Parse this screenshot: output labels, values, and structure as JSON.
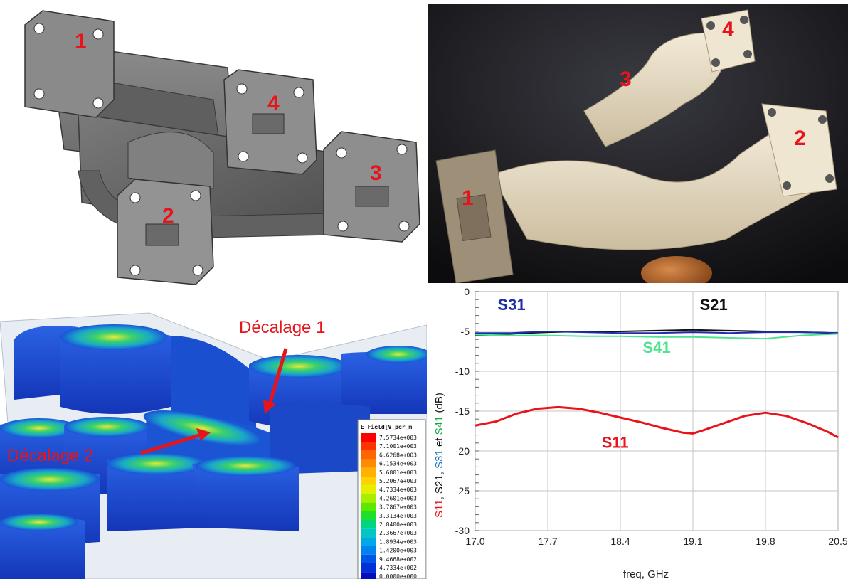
{
  "cad_model": {
    "port_labels": [
      "1",
      "4",
      "2",
      "3"
    ]
  },
  "photo": {
    "port_labels": [
      "1",
      "2",
      "3",
      "4"
    ]
  },
  "field_plot": {
    "annotations": [
      "Décalage 1",
      "Décalage 2"
    ],
    "legend": {
      "title": "E Field[V_per_m",
      "values": [
        "7.5734e+003",
        "7.1001e+003",
        "6.6268e+003",
        "6.1534e+003",
        "5.6801e+003",
        "5.2067e+003",
        "4.7334e+003",
        "4.2601e+003",
        "3.7867e+003",
        "3.3134e+003",
        "2.8400e+003",
        "2.3667e+003",
        "1.8934e+003",
        "1.4200e+003",
        "9.4668e+002",
        "4.7334e+002",
        "0.0000e+000"
      ],
      "colors": [
        "#ff0000",
        "#ff3300",
        "#ff6600",
        "#ff8c00",
        "#ffb300",
        "#ffd200",
        "#e6ee00",
        "#a8ee00",
        "#5ee800",
        "#1ee02a",
        "#00d680",
        "#00c8c0",
        "#00a8e8",
        "#0082f0",
        "#0055e6",
        "#0030d8",
        "#0010c0"
      ]
    }
  },
  "chart_data": {
    "type": "line",
    "xlabel": "freq, GHz",
    "ylabel_parts": [
      {
        "text": "S11",
        "color": "#e8141b"
      },
      {
        "text": ", ",
        "color": "#111111"
      },
      {
        "text": "S21",
        "color": "#111111"
      },
      {
        "text": ", ",
        "color": "#111111"
      },
      {
        "text": "S31",
        "color": "#1f77c4"
      },
      {
        "text": " et ",
        "color": "#111111"
      },
      {
        "text": "S41",
        "color": "#1aa54a"
      },
      {
        "text": " (dB)",
        "color": "#111111"
      }
    ],
    "xlim": [
      17.0,
      20.5
    ],
    "ylim": [
      -30,
      0
    ],
    "x_ticks": [
      "17.0",
      "17.7",
      "18.4",
      "19.1",
      "19.8",
      "20.5"
    ],
    "y_ticks": [
      "0",
      "-5",
      "-10",
      "-15",
      "-20",
      "-25",
      "-30"
    ],
    "grid": true,
    "series": [
      {
        "name": "S11",
        "color": "#e8141b",
        "x": [
          17.0,
          17.2,
          17.4,
          17.6,
          17.8,
          18.0,
          18.2,
          18.4,
          18.6,
          18.8,
          19.0,
          19.1,
          19.2,
          19.4,
          19.6,
          19.8,
          20.0,
          20.2,
          20.4,
          20.5
        ],
        "y": [
          -16.8,
          -16.3,
          -15.3,
          -14.7,
          -14.5,
          -14.7,
          -15.2,
          -15.8,
          -16.4,
          -17.1,
          -17.7,
          -17.8,
          -17.4,
          -16.5,
          -15.6,
          -15.2,
          -15.6,
          -16.5,
          -17.6,
          -18.3
        ]
      },
      {
        "name": "S21",
        "color": "#111111",
        "x": [
          17.0,
          17.35,
          17.7,
          18.05,
          18.4,
          18.75,
          19.1,
          19.45,
          19.8,
          20.15,
          20.5
        ],
        "y": [
          -5.5,
          -5.3,
          -5.1,
          -5.0,
          -5.0,
          -4.9,
          -4.8,
          -4.9,
          -5.0,
          -5.1,
          -5.2
        ]
      },
      {
        "name": "S31",
        "color": "#1a2fa8",
        "x": [
          17.0,
          17.35,
          17.7,
          18.05,
          18.4,
          18.75,
          19.1,
          19.45,
          19.8,
          20.15,
          20.5
        ],
        "y": [
          -5.2,
          -5.2,
          -5.0,
          -5.1,
          -5.2,
          -5.2,
          -5.1,
          -5.2,
          -5.1,
          -5.1,
          -5.2
        ]
      },
      {
        "name": "S41",
        "color": "#4fe38f",
        "x": [
          17.0,
          17.35,
          17.7,
          18.05,
          18.4,
          18.75,
          19.1,
          19.45,
          19.8,
          20.15,
          20.5
        ],
        "y": [
          -5.4,
          -5.5,
          -5.5,
          -5.6,
          -5.6,
          -5.7,
          -5.7,
          -5.8,
          -5.9,
          -5.5,
          -5.3
        ]
      }
    ],
    "series_labels": [
      {
        "text": "S31",
        "color": "#1a2fa8"
      },
      {
        "text": "S21",
        "color": "#111111"
      },
      {
        "text": "S41",
        "color": "#4fe38f"
      },
      {
        "text": "S11",
        "color": "#e8141b"
      }
    ]
  }
}
